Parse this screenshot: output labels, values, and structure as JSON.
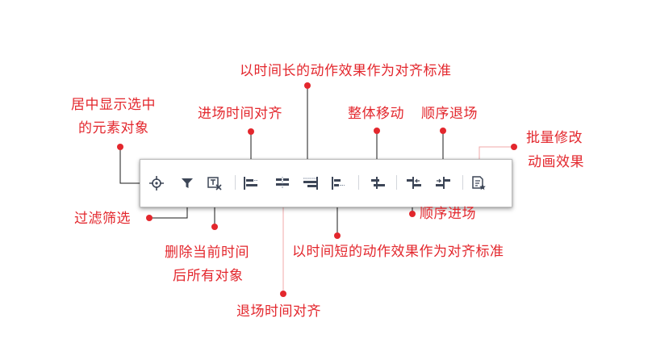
{
  "toolbar": {
    "buttons": [
      {
        "name": "center-selected-button",
        "icon": "crosshair-icon"
      },
      {
        "name": "filter-button",
        "icon": "filter-icon"
      },
      {
        "name": "delete-after-time-button",
        "icon": "delete-objects-icon"
      },
      {
        "name": "align-enter-time-button",
        "icon": "align-enter-icon"
      },
      {
        "name": "align-exit-time-button",
        "icon": "align-exit-icon"
      },
      {
        "name": "align-longest-button",
        "icon": "align-longest-icon"
      },
      {
        "name": "align-shortest-button",
        "icon": "align-shortest-icon"
      },
      {
        "name": "move-all-button",
        "icon": "move-all-icon"
      },
      {
        "name": "sequential-enter-button",
        "icon": "sequential-enter-icon"
      },
      {
        "name": "sequential-exit-button",
        "icon": "sequential-exit-icon"
      },
      {
        "name": "batch-edit-button",
        "icon": "batch-edit-icon"
      }
    ]
  },
  "annotations": {
    "center_selected": [
      "居中显示选中",
      "的元素对象"
    ],
    "filter": "过滤筛选",
    "delete_after": [
      "删除当前时间",
      "后所有对象"
    ],
    "align_enter": "进场时间对齐",
    "align_exit": "退场时间对齐",
    "align_longest": "以时间长的动作效果作为对齐标准",
    "align_shortest": "以时间短的动作效果作为对齐标准",
    "move_all": "整体移动",
    "sequential_exit": "顺序退场",
    "sequential_enter": "顺序进场",
    "batch_edit": [
      "批量修改",
      "动画效果"
    ]
  },
  "colors": {
    "annotation": "#e3272d",
    "leader_line": "#1a1a1a",
    "exit_leader_line": "#f0a8aa",
    "icon": "#3d4657",
    "icon_accent": "#7a8699"
  }
}
